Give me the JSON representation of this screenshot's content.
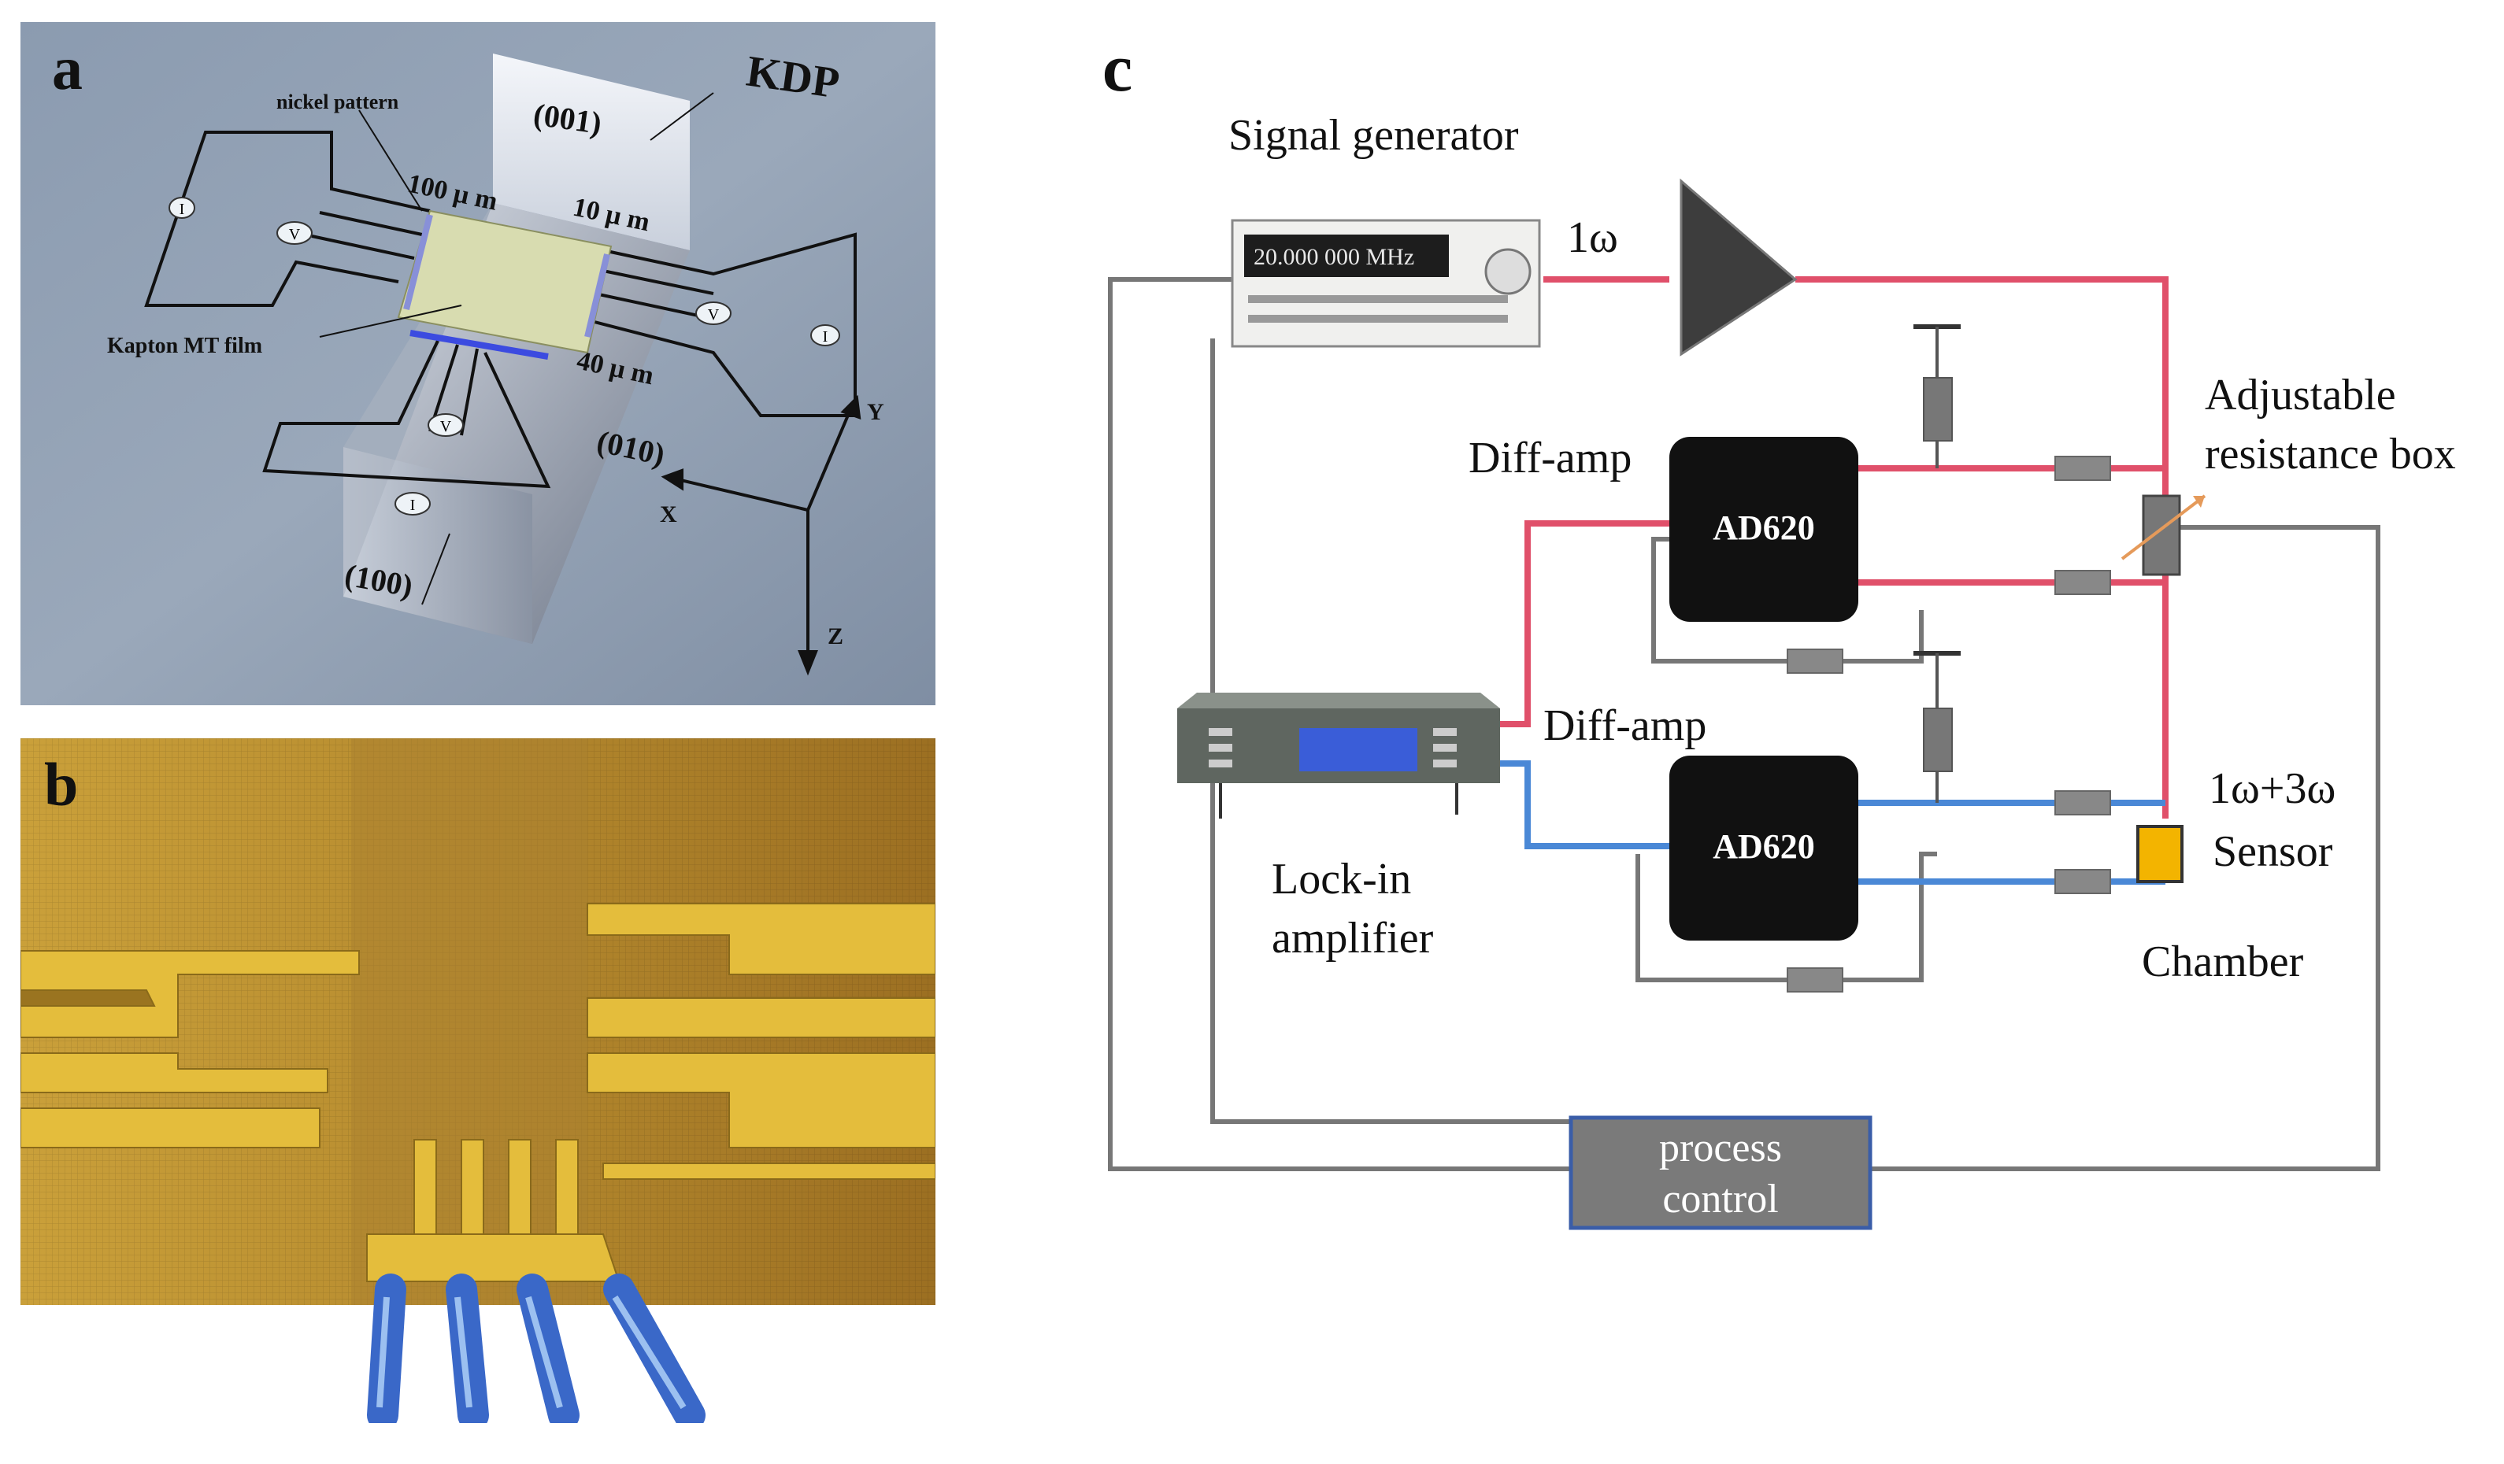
{
  "panel_a": {
    "letter": "a",
    "crystal_label": "KDP",
    "face_001": "(001)",
    "face_010": "(010)",
    "face_100": "(100)",
    "nickel_pattern": "nickel pattern",
    "kapton_film": "Kapton MT film",
    "dim_100": "100 μ m",
    "dim_10": "10 μ m",
    "dim_40": "40 μ m",
    "axis_x": "X",
    "axis_y": "Y",
    "axis_z": "Z",
    "pad_I": "I",
    "pad_V": "V"
  },
  "panel_b": {
    "letter": "b"
  },
  "panel_c": {
    "letter": "c",
    "signal_generator": "Signal generator",
    "sg_display": "20.000 000 MHz",
    "omega1": "1ω",
    "diff_amp_1": "Diff-amp",
    "diff_amp_2": "Diff-amp",
    "chip1": "AD620",
    "chip2": "AD620",
    "adjustable_1": "Adjustable",
    "adjustable_2": "resistance box",
    "lockin_1": "Lock-in",
    "lockin_2": "amplifier",
    "omega13": "1ω+3ω",
    "sensor": "Sensor",
    "chamber": "Chamber",
    "process_1": "process",
    "process_2": "control",
    "colors": {
      "red": "#e0506a",
      "blue": "#4a88d6",
      "gray": "#777777"
    }
  }
}
